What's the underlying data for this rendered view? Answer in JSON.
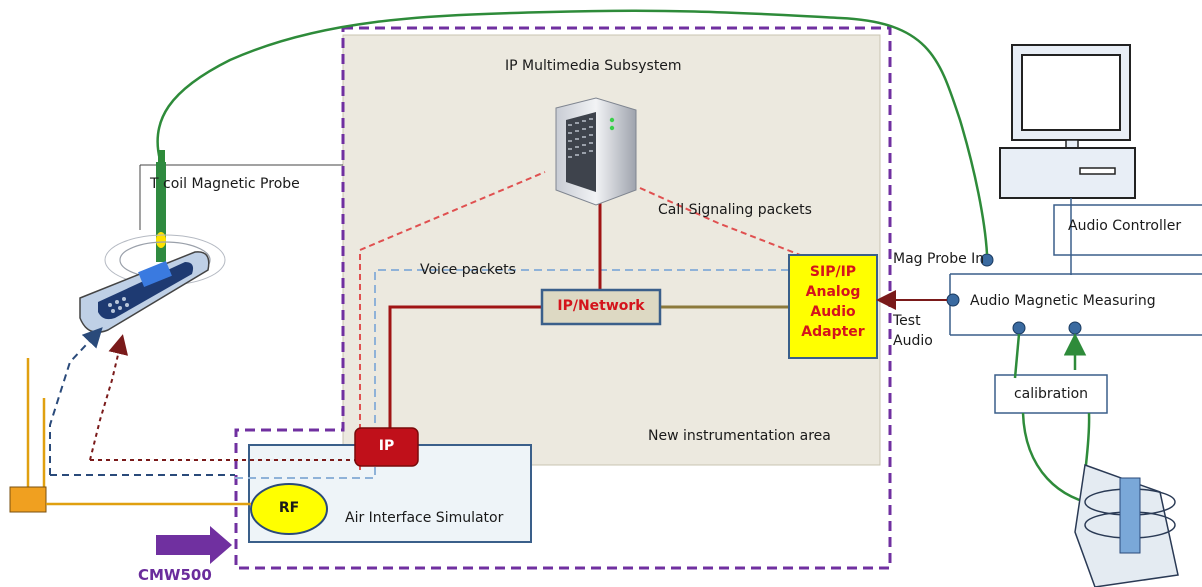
{
  "labels": {
    "ims_title": "IP Multimedia Subsystem",
    "call_signaling": "Call Signaling  packets",
    "voice_packets": "Voice packets",
    "ip_network": "IP/Network",
    "adapter_line1": "SIP/IP",
    "adapter_line2": "Analog",
    "adapter_line3": "Audio",
    "adapter_line4": "Adapter",
    "ip_box": "IP",
    "rf": "RF",
    "air_interface": "Air Interface Simulator",
    "new_area": "New instrumentation area",
    "cmw500": "CMW500",
    "tcoil_probe": "T coil Magnetic Probe",
    "audio_controller": "Audio Controller",
    "mag_probe_in": "Mag Probe In",
    "audio_magnetic_measuring": "Audio Magnetic Measuring",
    "test_audio_1": "Test",
    "test_audio_2": "Audio",
    "calibration": "calibration"
  },
  "colors": {
    "purple_dashed": "#7030a0",
    "red_line": "#a01414",
    "olive_line": "#8c7a3c",
    "green_cable": "#2e8b3a",
    "adapter_fill": "#ffff00",
    "ims_fill": "#ece9df",
    "network_fill": "#ddd9c3",
    "blue_border": "#3a5f8a"
  },
  "icons": [
    "server-icon",
    "computer-icon",
    "phone-icon",
    "coil-icon",
    "arrow-icon"
  ]
}
